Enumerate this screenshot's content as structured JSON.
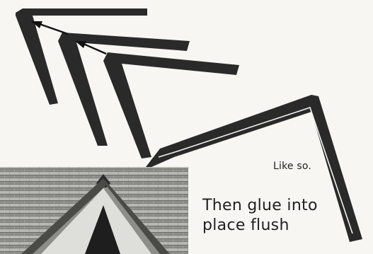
{
  "captions": {
    "like_so": "Like so.",
    "instruction_line1": "Then glue into",
    "instruction_line2": "place flush"
  },
  "colors": {
    "paper": "#f7f6f2",
    "trim": "#2a2a2a",
    "shingle": "#9a9a96",
    "gable_white": "#f2f2ee"
  },
  "illustration": {
    "trim_pieces": [
      "trim-piece-1",
      "trim-piece-2",
      "trim-piece-3"
    ],
    "assembled_piece": "assembled-gable-trim",
    "arrows": 2,
    "photo": "gable-roof-photo"
  }
}
